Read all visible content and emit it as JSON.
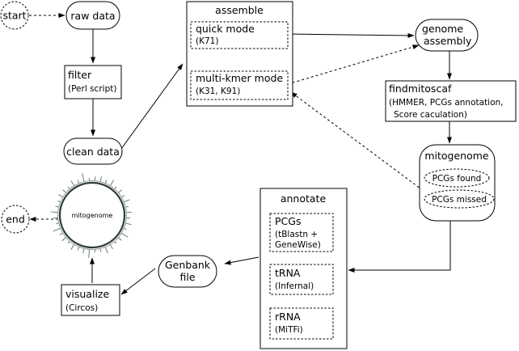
{
  "nodes": {
    "start": "start",
    "raw_data": "raw data",
    "filter_title": "filter",
    "filter_sub": "(Perl script)",
    "clean_data": "clean data",
    "assemble_title": "assemble",
    "quick_mode_title": "quick mode",
    "quick_mode_sub": "(K71)",
    "multi_kmer_title": "multi-kmer mode",
    "multi_kmer_sub": "(K31, K91)",
    "genome_assembly_l1": "genome",
    "genome_assembly_l2": "assembly",
    "findmitoscaf_title": "findmitoscaf",
    "findmitoscaf_sub1": "(HMMER, PCGs annotation,",
    "findmitoscaf_sub2": "Score caculation)",
    "mitogenome_title": "mitogenome",
    "pcgs_found": "PCGs found",
    "pcgs_missed": "PCGs missed",
    "annotate_title": "annotate",
    "pcgs_title": "PCGs",
    "pcgs_sub1": "(tBlastn +",
    "pcgs_sub2": "GeneWise)",
    "trna_title": "tRNA",
    "trna_sub": "(Infernal)",
    "rrna_title": "rRNA",
    "rrna_sub": "(MiTFi)",
    "genbank_l1": "Genbank",
    "genbank_l2": "file",
    "visualize_title": "visualize",
    "visualize_sub": "(Circos)",
    "circle_label": "mitogenome",
    "end": "end"
  }
}
